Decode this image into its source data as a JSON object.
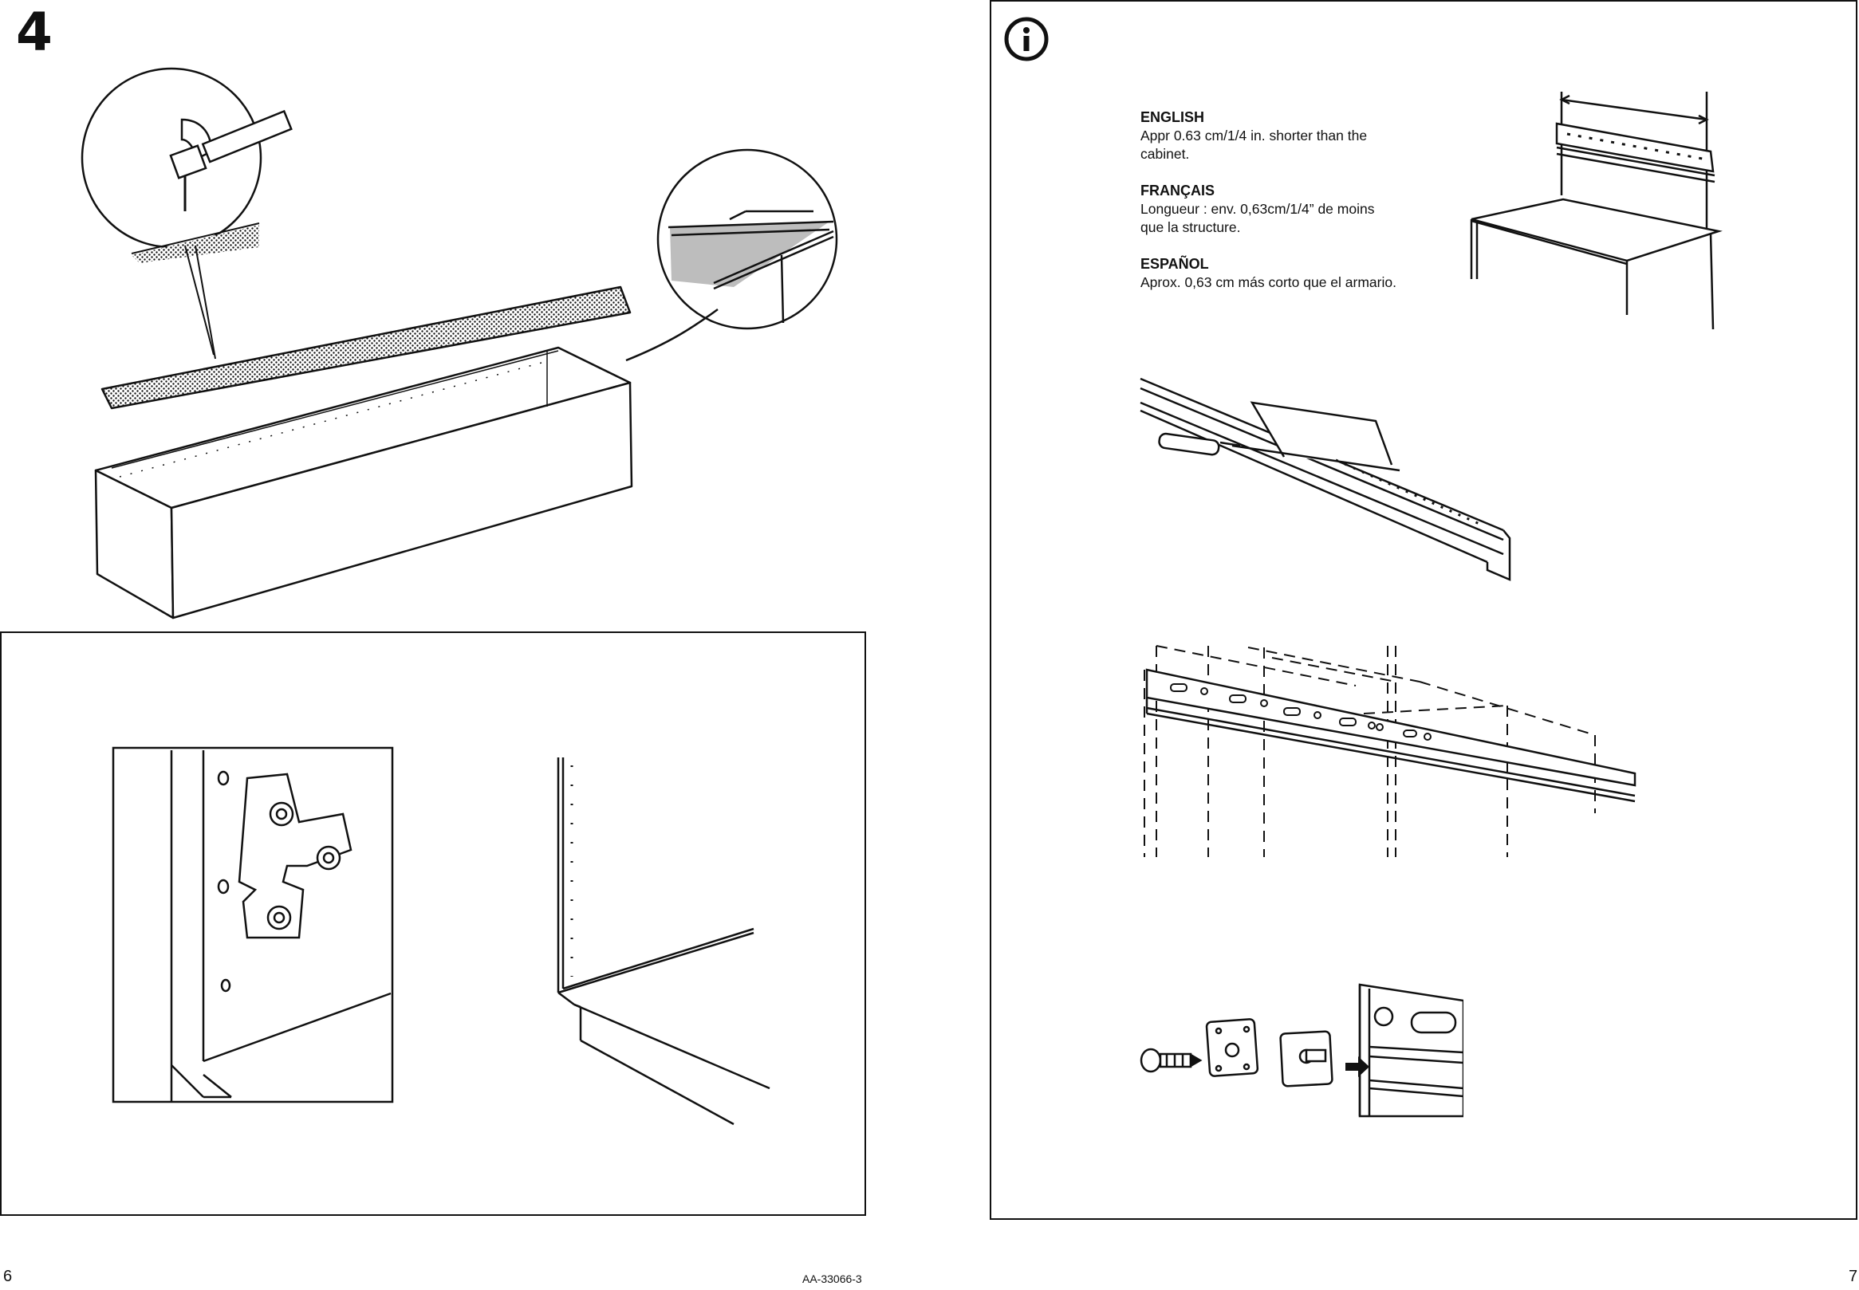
{
  "left_page": {
    "step_number": "4",
    "page_number": "6",
    "document_code": "AA-33066-3"
  },
  "right_page": {
    "info_icon": "info-circle-icon",
    "page_number": "7",
    "languages": [
      {
        "title": "ENGLISH",
        "text": "Appr 0.63 cm/1/4 in. shorter than the\ncabinet."
      },
      {
        "title": "FRANÇAIS",
        "text": "Longueur : env. 0,63cm/1/4” de moins\nque la structure."
      },
      {
        "title": "ESPAÑOL",
        "text": "Aprox. 0,63 cm más corto que el armario."
      }
    ]
  },
  "icons": [
    "hammer-icon",
    "info-circle-icon",
    "screw-icon",
    "hinge-icon",
    "hacksaw-icon",
    "arrow-icon"
  ],
  "colors": {
    "ink": "#111111",
    "paper": "#ffffff",
    "shade": "#bdbdbd"
  }
}
